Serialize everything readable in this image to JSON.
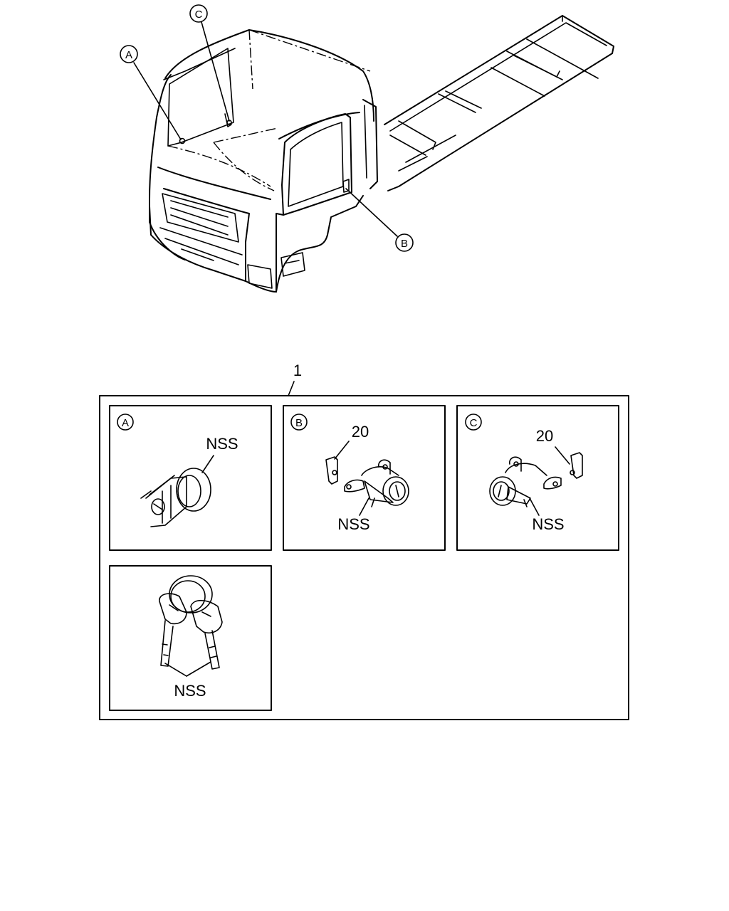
{
  "callouts": {
    "a": "A",
    "b": "B",
    "c": "C"
  },
  "assembly": {
    "item_number": "1"
  },
  "panels": {
    "a": {
      "letter": "A",
      "part_label": "NSS"
    },
    "b": {
      "letter": "B",
      "part_number": "20",
      "part_label": "NSS"
    },
    "c": {
      "letter": "C",
      "part_number": "20",
      "part_label": "NSS"
    },
    "keys": {
      "part_label": "NSS"
    }
  }
}
